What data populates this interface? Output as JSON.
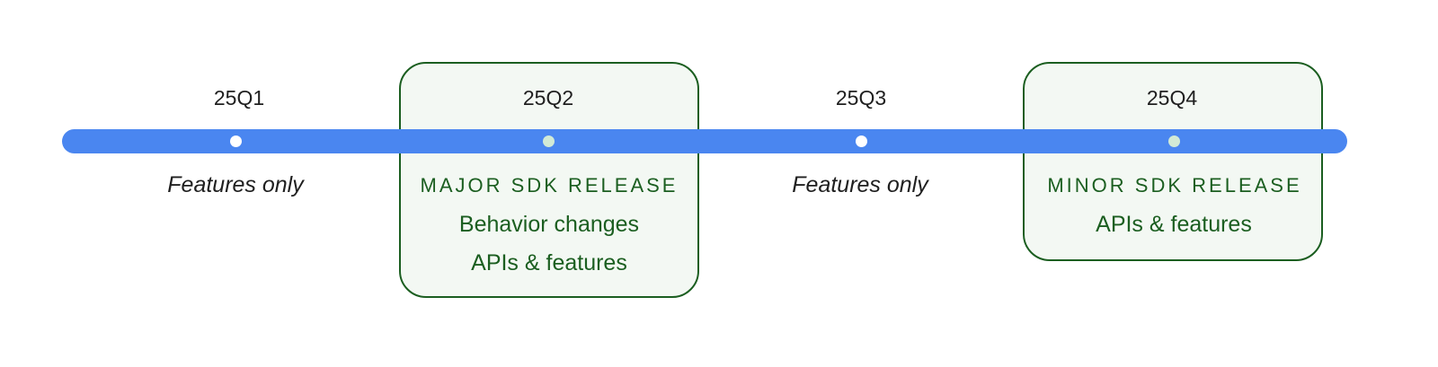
{
  "quarters": [
    {
      "label": "25Q1",
      "note": "Features only"
    },
    {
      "label": "25Q2",
      "release_title": "MAJOR SDK RELEASE",
      "release_lines": [
        "Behavior changes",
        "APIs & features"
      ]
    },
    {
      "label": "25Q3",
      "note": "Features only"
    },
    {
      "label": "25Q4",
      "release_title": "MINOR SDK RELEASE",
      "release_lines": [
        "APIs & features"
      ]
    }
  ],
  "colors": {
    "track": "#4a86f0",
    "release_green": "#1b5e20",
    "release_fill": "#f3f8f3",
    "marker_plain": "#ffffff",
    "marker_release": "#d2ead6"
  }
}
